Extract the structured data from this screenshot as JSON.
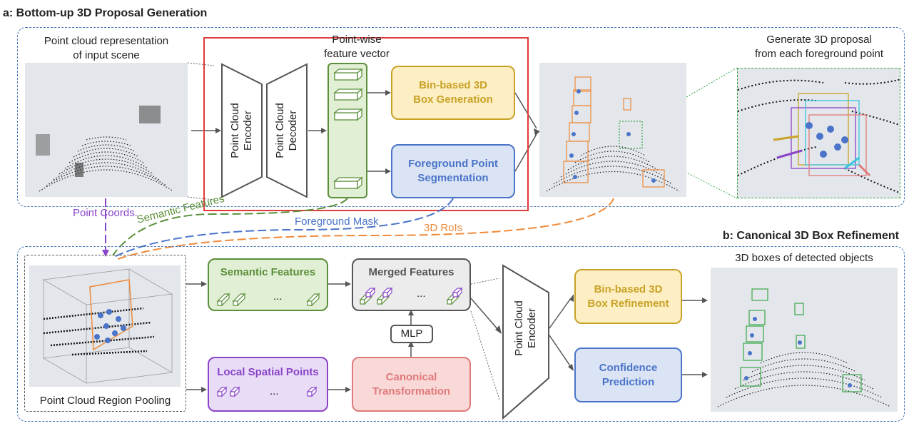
{
  "section_a": {
    "title": "a: Bottom-up 3D Proposal Generation",
    "input_caption_line1": "Point cloud representation",
    "input_caption_line2": "of input scene",
    "feature_vector_line1": "Point-wise",
    "feature_vector_line2": "feature vector",
    "encoder_label": "Point Cloud Encoder",
    "decoder_label": "Point Cloud Decoder",
    "bin_box_line1": "Bin-based 3D",
    "bin_box_line2": "Box Generation",
    "fg_seg_line1": "Foreground Point",
    "fg_seg_line2": "Segmentation",
    "proposal_caption_line1": "Generate 3D proposal",
    "proposal_caption_line2": "from each foreground point"
  },
  "connectors": {
    "point_coords": "Point Coords.",
    "semantic_features": "Semantic Features",
    "foreground_mask": "Foreground Mask",
    "rois": "3D RoIs"
  },
  "section_b": {
    "title": "b: Canonical 3D Box Refinement",
    "pooling_caption": "Point Cloud Region Pooling",
    "semantic_features": "Semantic Features",
    "local_spatial_points": "Local Spatial Points",
    "merged_features": "Merged Features",
    "mlp": "MLP",
    "canonical_line1": "Canonical",
    "canonical_line2": "Transformation",
    "encoder_label": "Point Cloud Encoder",
    "bin_refine_line1": "Bin-based 3D",
    "bin_refine_line2": "Box Refinement",
    "confidence_line1": "Confidence",
    "confidence_line2": "Prediction",
    "output_caption": "3D boxes of detected objects",
    "ellipsis": "..."
  },
  "colors": {
    "section_border": "#4a78b4",
    "highlight_red": "#e03b3b",
    "green": "#5b8f3a",
    "green_fill": "#e1efd5",
    "yellow": "#c9a227",
    "yellow_fill": "#fdefc3",
    "blue": "#4a74c9",
    "blue_fill": "#dbe4f4",
    "purple": "#8a44c9",
    "purple_fill": "#e8dcf6",
    "pink": "#e07a7a",
    "pink_fill": "#f9d8d8",
    "orange": "#ee8a3a",
    "gray": "#555555",
    "gray_fill": "#ececec"
  }
}
